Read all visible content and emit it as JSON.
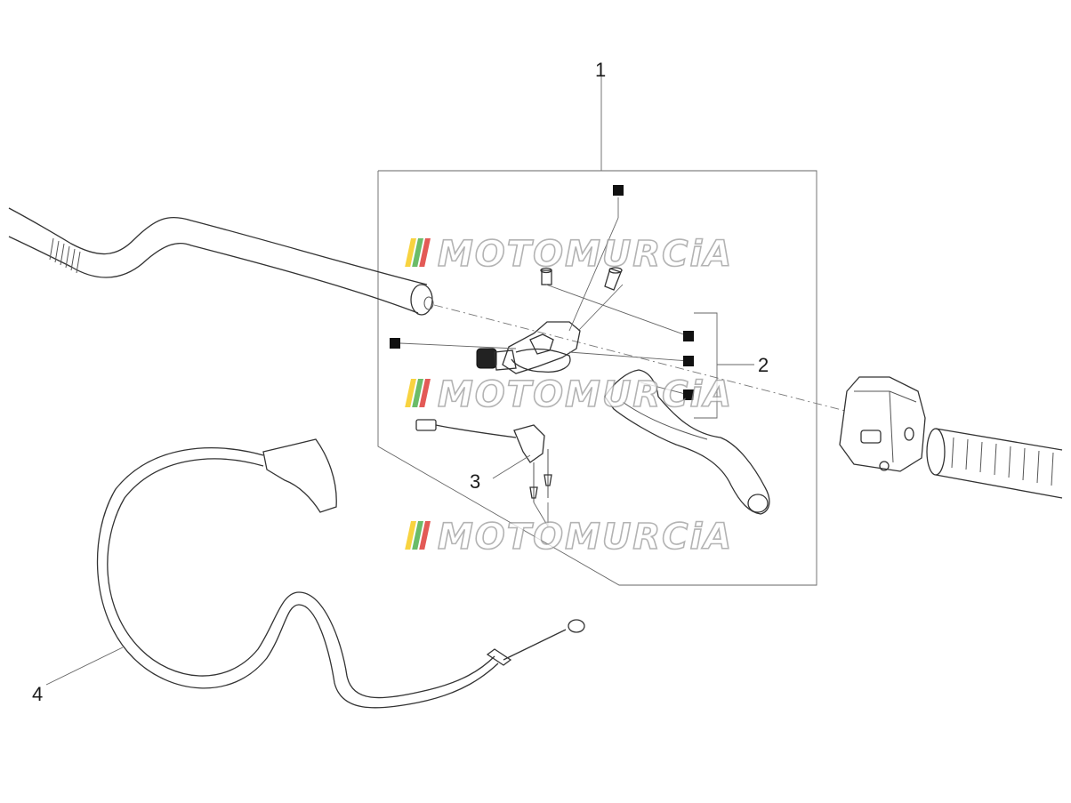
{
  "callouts": {
    "c1": "1",
    "c2": "2",
    "c3": "3",
    "c4": "4"
  },
  "watermark": {
    "text": "MOTOMURCiA",
    "stripe_colors": [
      "#f5c400",
      "#3aa635",
      "#d9231d"
    ]
  },
  "colors": {
    "line": "#333333",
    "marker": "#111111",
    "background": "#ffffff"
  }
}
